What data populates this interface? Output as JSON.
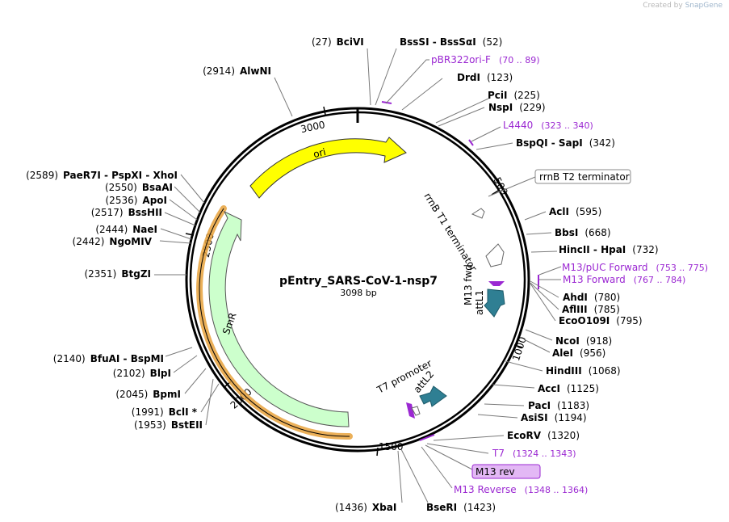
{
  "credit": {
    "prefix": "Created by",
    "brand": "SnapGene"
  },
  "plasmid": {
    "name": "pEntry_SARS-CoV-1-nsp7",
    "length_label": "3098 bp"
  },
  "ticks": [
    "500",
    "1000",
    "1500",
    "2000",
    "2500",
    "3000"
  ],
  "features": {
    "ori": "ori",
    "smr": "SmR",
    "rrnb_t1": "rrnB T1 terminator",
    "m13_fwd_inner": "M13 fwd",
    "attl1": "attL1",
    "t7_promoter": "T7 promoter",
    "attl2": "attL2"
  },
  "enzymes": {
    "bcivi": {
      "pos": "(27)",
      "name": "BciVI"
    },
    "bsssi": {
      "name": "BssSI  -  BssSαI",
      "pos": "(52)"
    },
    "pbr322": {
      "name": "pBR322ori-F",
      "range": "(70 .. 89)"
    },
    "drdi": {
      "name": "DrdI",
      "pos": "(123)"
    },
    "pcii": {
      "name": "PciI",
      "pos": "(225)"
    },
    "nspi": {
      "name": "NspI",
      "pos": "(229)"
    },
    "l4440": {
      "name": "L4440",
      "range": "(323 .. 340)"
    },
    "bspqi": {
      "name": "BspQI  -  SapI",
      "pos": "(342)"
    },
    "rrnb_t2": {
      "name": "rrnB T2 terminator"
    },
    "acli": {
      "name": "AclI",
      "pos": "(595)"
    },
    "bbsi": {
      "name": "BbsI",
      "pos": "(668)"
    },
    "hincii": {
      "name": "HincII  -  HpaI",
      "pos": "(732)"
    },
    "m13puc": {
      "name": "M13/pUC Forward",
      "range": "(753 .. 775)"
    },
    "m13f": {
      "name": "M13 Forward",
      "range": "(767 .. 784)"
    },
    "ahdi": {
      "name": "AhdI",
      "pos": "(780)"
    },
    "afliii": {
      "name": "AflIII",
      "pos": "(785)"
    },
    "eco0109i": {
      "name": "EcoO109I",
      "pos": "(795)"
    },
    "ncoi": {
      "name": "NcoI",
      "pos": "(918)"
    },
    "alei": {
      "name": "AleI",
      "pos": "(956)"
    },
    "hindiii": {
      "name": "HindIII",
      "pos": "(1068)"
    },
    "acci": {
      "name": "AccI",
      "pos": "(1125)"
    },
    "paci": {
      "name": "PacI",
      "pos": "(1183)"
    },
    "asisi": {
      "name": "AsiSI",
      "pos": "(1194)"
    },
    "ecorv": {
      "name": "EcoRV",
      "pos": "(1320)"
    },
    "t7": {
      "name": "T7",
      "range": "(1324 .. 1343)"
    },
    "m13rev": {
      "name": "M13 rev"
    },
    "m13reverse": {
      "name": "M13 Reverse",
      "range": "(1348 .. 1364)"
    },
    "bseri": {
      "name": "BseRI",
      "pos": "(1423)"
    },
    "xbai": {
      "pos": "(1436)",
      "name": "XbaI"
    },
    "bsteii": {
      "pos": "(1953)",
      "name": "BstEII"
    },
    "bcli": {
      "pos": "(1991)",
      "name": "BclI *"
    },
    "bpmi": {
      "pos": "(2045)",
      "name": "BpmI"
    },
    "blpi": {
      "pos": "(2102)",
      "name": "BlpI"
    },
    "bfuai": {
      "pos": "(2140)",
      "name": "BfuAI  -  BspMI"
    },
    "btgzi": {
      "pos": "(2351)",
      "name": "BtgZI"
    },
    "ngomiv": {
      "pos": "(2442)",
      "name": "NgoMIV"
    },
    "naei": {
      "pos": "(2444)",
      "name": "NaeI"
    },
    "bsshii": {
      "pos": "(2517)",
      "name": "BssHII"
    },
    "apoi": {
      "pos": "(2536)",
      "name": "ApoI"
    },
    "bsaai": {
      "pos": "(2550)",
      "name": "BsaAI"
    },
    "paer7i": {
      "pos": "(2589)",
      "name": "PaeR7I  -  PspXI  -  XhoI"
    },
    "alwni": {
      "pos": "(2914)",
      "name": "AlwNI"
    }
  },
  "colors": {
    "ori": "#ffff00",
    "smr": "#ccffcc",
    "smr_highlight": "#e8a23c",
    "att": "#2f7f93",
    "primer": "#9b28d2",
    "m13rev_box": "#e3b8f5"
  }
}
